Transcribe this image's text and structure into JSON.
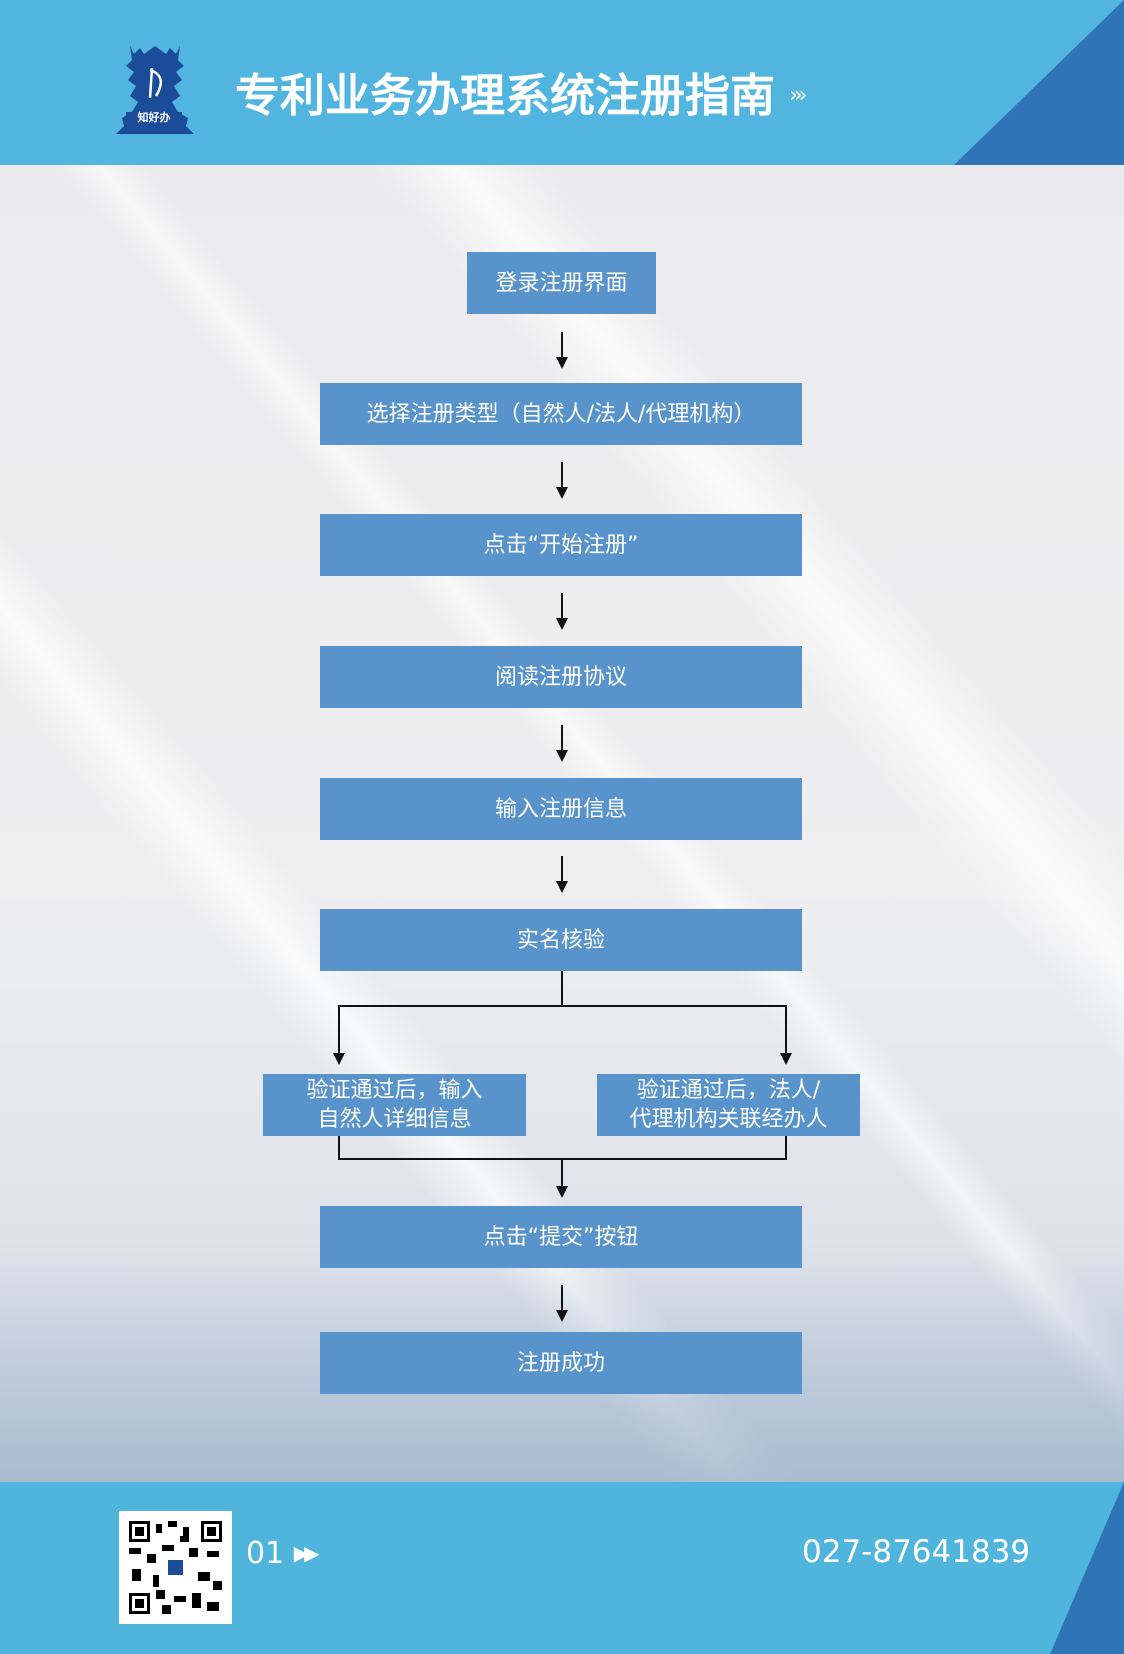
{
  "header": {
    "title": "专利业务办理系统注册指南",
    "arrows": "›››",
    "logo_text": "知好办"
  },
  "steps": [
    "登录注册界面",
    "选择注册类型（自然人/法人/代理机构）",
    "点击“开始注册”",
    "阅读注册协议",
    "输入注册信息",
    "实名核验"
  ],
  "branches": {
    "left": [
      "验证通过后，输入",
      "自然人详细信息"
    ],
    "right": [
      "验证通过后，法人/",
      "代理机构关联经办人"
    ]
  },
  "final_steps": [
    "点击“提交”按钮",
    "注册成功"
  ],
  "footer": {
    "page": "01",
    "page_arrows": "▶▶",
    "phone": "027-87641839"
  },
  "colors": {
    "header": "#52b5df",
    "box": "#5993cb",
    "corner": "#2f74b5"
  }
}
